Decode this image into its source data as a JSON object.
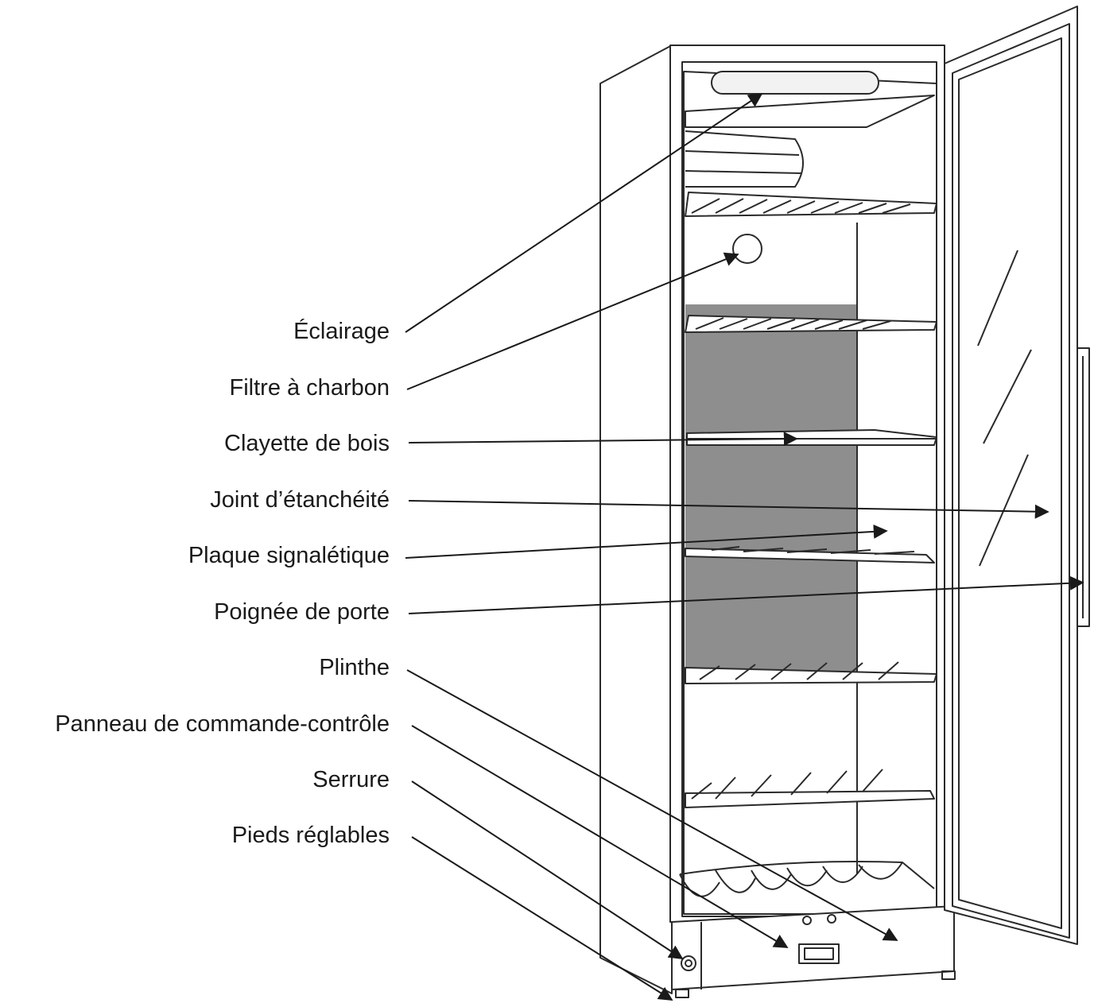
{
  "diagram": {
    "labels": [
      {
        "id": "eclairage",
        "text": "Éclairage"
      },
      {
        "id": "filtre",
        "text": "Filtre à charbon"
      },
      {
        "id": "clayette",
        "text": "Clayette de bois"
      },
      {
        "id": "joint",
        "text": "Joint d’étanchéité"
      },
      {
        "id": "plaque",
        "text": "Plaque signalétique"
      },
      {
        "id": "poignee",
        "text": "Poignée de porte"
      },
      {
        "id": "plinthe",
        "text": "Plinthe"
      },
      {
        "id": "panneau",
        "text": "Panneau de commande-contrôle"
      },
      {
        "id": "serrure",
        "text": "Serrure"
      },
      {
        "id": "pieds",
        "text": "Pieds réglables"
      }
    ],
    "colors": {
      "line": "#2a2a2a",
      "back_panel": "#8e8e8e",
      "label": "#1a1a1a"
    }
  }
}
